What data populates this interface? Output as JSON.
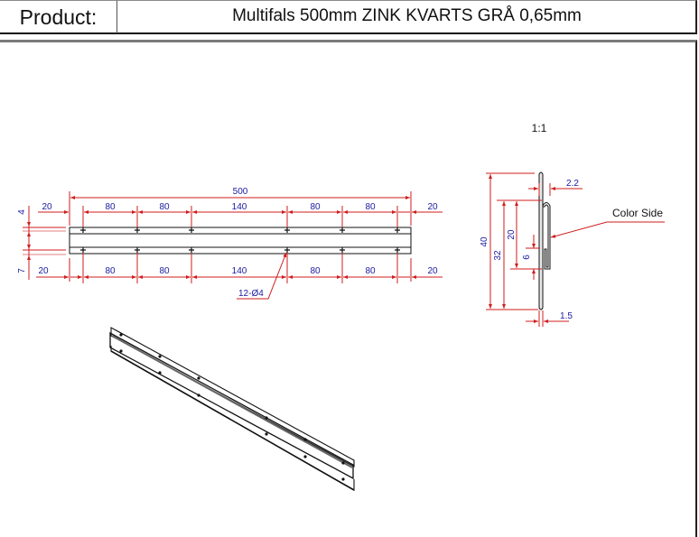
{
  "header": {
    "label": "Product:",
    "value": "Multifals 500mm ZINK KVARTS GRÅ 0,65mm"
  },
  "drawing": {
    "colors": {
      "dimension_line": "#d01c1c",
      "dimension_text": "#1a1aa0",
      "outline": "#111111"
    },
    "top_view": {
      "overall_length": "500",
      "top_row_dims": [
        "20",
        "80",
        "80",
        "140",
        "80",
        "80",
        "20"
      ],
      "bottom_row_dims": [
        "20",
        "80",
        "80",
        "140",
        "80",
        "80",
        "20"
      ],
      "left_vertical_dims": [
        "4",
        "7"
      ],
      "hole_callout": "12-Ø4"
    },
    "section_view": {
      "scale": "1:1",
      "dims": {
        "overall_height": "40",
        "inner_height": "32",
        "fold_height": "20",
        "hem": "6",
        "top_thickness": "2.2",
        "bottom_thickness": "1.5"
      },
      "callout": "Color Side"
    },
    "iso_view": {
      "holes_per_row": 6
    }
  }
}
